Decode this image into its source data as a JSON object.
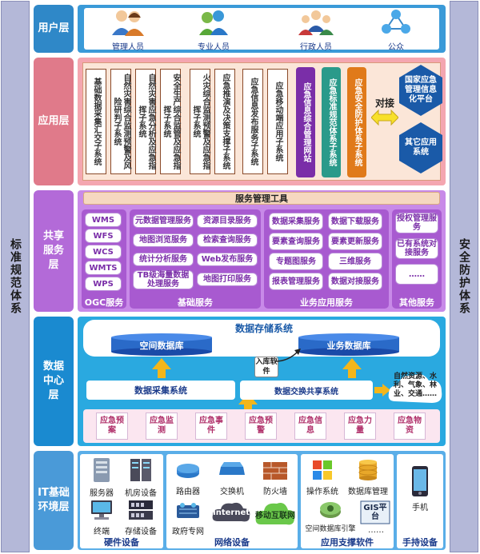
{
  "side_left": "标准规范体系",
  "side_right": "安全防护体系",
  "layers": {
    "user": {
      "label": "用户层",
      "users": [
        {
          "name": "管理人员",
          "icon": "manager-icon"
        },
        {
          "name": "专业人员",
          "icon": "chat-icon"
        },
        {
          "name": "行政人员",
          "icon": "group-icon"
        },
        {
          "name": "公众",
          "icon": "network-icon"
        }
      ]
    },
    "application": {
      "label": "应用层",
      "subsystems": [
        "基础数据采集汇交子系统",
        "自然灾害综合监测预警及风险研判子系统",
        "自然灾害应急分析及应急指挥子系统",
        "安全生产综合监管及应急指挥子系统",
        "火灾综合监测预警及应急指挥子系统",
        "应急推演及决策支撑子系统",
        "应急信息发布服务子系统",
        "应急移动端应用子系统"
      ],
      "colored": [
        {
          "text": "应急信息综合管理网站",
          "color": "#7a2ea8"
        },
        {
          "text": "应急标准规范体系子系统",
          "color": "#2a9a8a"
        },
        {
          "text": "应急安全防护体系子系统",
          "color": "#e07a1a"
        }
      ],
      "connect_label": "对接",
      "external": [
        "国家应急管理信息化平台",
        "其它应用系统"
      ]
    },
    "shared": {
      "label": "共享服务层",
      "tools_title": "服务管理工具",
      "ogc": {
        "items": [
          "WMS",
          "WFS",
          "WCS",
          "WMTS",
          "WPS"
        ],
        "caption": "OGC服务"
      },
      "basic": {
        "items": [
          "元数据管理服务",
          "资源目录服务",
          "地图浏览服务",
          "检索查询服务",
          "统计分析服务",
          "Web发布服务",
          "TB级海量数据处理服务",
          "地图打印服务"
        ],
        "caption": "基础服务"
      },
      "business": {
        "items": [
          "数据采集服务",
          "数据下载服务",
          "要素查询服务",
          "要素更新服务",
          "专题图服务",
          "三维服务",
          "报表管理服务",
          "数据对接服务"
        ],
        "caption": "业务应用服务"
      },
      "other": {
        "items": [
          "授权管理服务",
          "已有系统对接服务",
          "……"
        ],
        "caption": "其他服务"
      }
    },
    "data": {
      "label": "数据中心层",
      "storage_title": "数据存储系统",
      "db_spatial": "空间数据库",
      "db_business": "业务数据库",
      "collect": "数据采集系统",
      "exchange": "数据交换共享系统",
      "warehouse_badge": "入库软件",
      "external_sources": "自然资源、水利、气象、林业、交通……",
      "emergency": [
        "应急预案",
        "应急监测",
        "应急事件",
        "应急预警",
        "应急信息",
        "应急力量",
        "应急物资"
      ]
    },
    "infra": {
      "label": "IT基础环境层",
      "hardware": {
        "caption": "硬件设备",
        "items": [
          {
            "name": "服务器",
            "icon": "server-icon"
          },
          {
            "name": "机房设备",
            "icon": "server-room-icon"
          },
          {
            "name": "终端",
            "icon": "desktop-icon"
          },
          {
            "name": "存储设备",
            "icon": "storage-icon"
          }
        ]
      },
      "network": {
        "caption": "网络设备",
        "items": [
          {
            "name": "路由器",
            "icon": "router-icon"
          },
          {
            "name": "交换机",
            "icon": "switch-icon"
          },
          {
            "name": "防火墙",
            "icon": "firewall-icon"
          },
          {
            "name": "政府专网",
            "icon": "gov-network-icon"
          },
          {
            "name": "Internet",
            "icon": "internet-icon"
          },
          {
            "name": "移动互联网",
            "icon": "mobile-internet-icon"
          }
        ]
      },
      "software": {
        "caption": "应用支撑软件",
        "items": [
          {
            "name": "操作系统",
            "icon": "windows-icon"
          },
          {
            "name": "数据库管理",
            "icon": "database-icon"
          },
          {
            "name": "空间数据库引擎",
            "icon": "engine-icon"
          },
          {
            "name": "GIS平台",
            "icon": "gis-icon"
          },
          {
            "name": "……",
            "icon": ""
          }
        ]
      },
      "handheld": {
        "caption": "手持设备",
        "items": [
          {
            "name": "手机",
            "icon": "phone-icon"
          }
        ]
      }
    }
  },
  "colors": {
    "side": "#b4b8d8",
    "user": "#3a9ad8",
    "application": "#e88a9a",
    "shared": "#b36ad8",
    "data": "#2aa9e0",
    "infra": "#5aaee8"
  }
}
